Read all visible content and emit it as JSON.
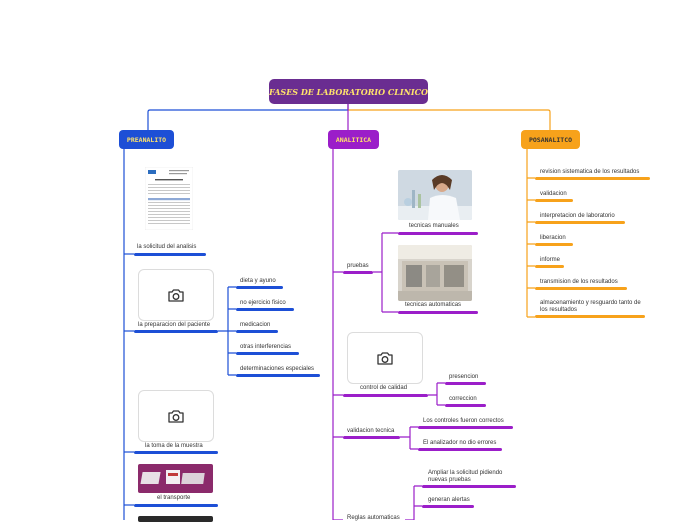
{
  "title": "FASES DE LABORATORIO CLINICO",
  "colors": {
    "title_bg": "#6a2d91",
    "title_text": "#ffe36b",
    "preanalitico": "#1d4fd6",
    "analitica": "#9b1ec9",
    "posanalitico": "#f7a21b"
  },
  "preanalitico": {
    "label": "PREANALITO",
    "items": [
      "la solicitud del analisis",
      "la preparacion del paciente",
      "la toma de la muestra",
      "el transporte"
    ],
    "preparacion_sub": [
      "dieta y ayuno",
      "no ejercicio fisico",
      "medicacion",
      "otras interferencias",
      "determinaciones especiales"
    ],
    "image_placeholder_icon": "camera-icon"
  },
  "analitica": {
    "label": "ANALITICA",
    "pruebas": "pruebas",
    "pruebas_sub": [
      "tecnicas manuales",
      "tecnicas automaticas"
    ],
    "control": "control de calidad",
    "control_sub": [
      "presencion",
      "correccion"
    ],
    "validacion": "validacion tecnica",
    "validacion_sub": [
      "Los controles fueron correctos",
      "El analizador no dio errores"
    ],
    "reglas": "Reglas automaticas",
    "reglas_sub": [
      "Ampliar la solicitud pidiendo nuevas pruebas",
      "generan alertas"
    ]
  },
  "posanalitico": {
    "label": "POSANALITCO",
    "items": [
      "revision sistematica de los resultados",
      "validacion",
      "interpretacion de laboratorio",
      "liberacion",
      "informe",
      "transmision de los resultados",
      "almacenamiento y resguardo tanto de los resultados"
    ]
  }
}
